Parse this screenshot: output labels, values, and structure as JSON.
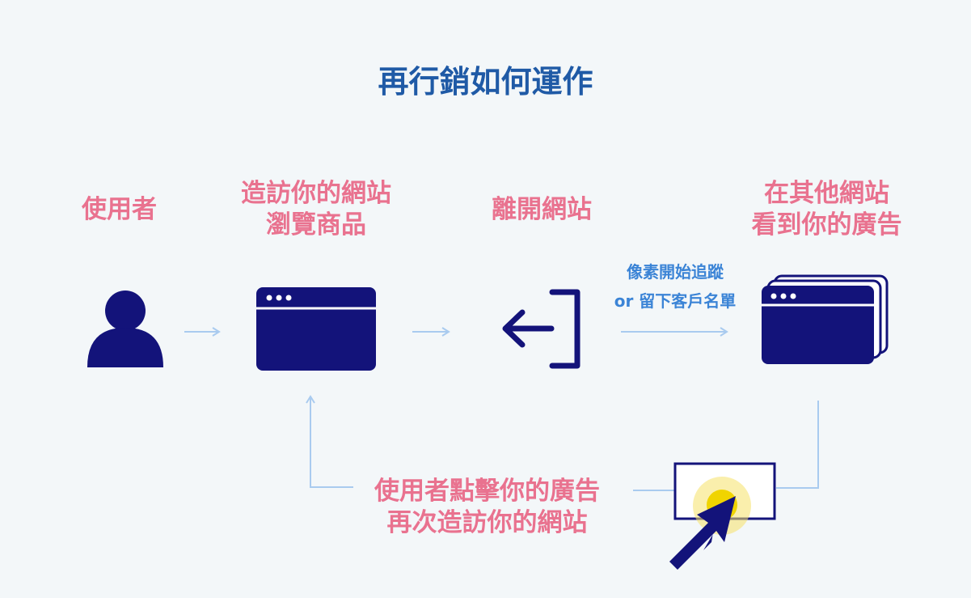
{
  "title": "再行銷如何運作",
  "steps": {
    "user": "使用者",
    "visit": [
      "造訪你的網站",
      "瀏覽商品"
    ],
    "leave": "離開網站",
    "other_sites": [
      "在其他網站",
      "看到你的廣告"
    ]
  },
  "tracking_note": [
    "像素開始追蹤",
    "or 留下客戶名單"
  ],
  "loop_label": [
    "使用者點擊你的廣告",
    "再次造訪你的網站"
  ],
  "colors": {
    "background": "#f3f7f9",
    "title": "#1f5aa6",
    "label": "#e9728f",
    "note": "#3b84d6",
    "icon": "#13137a",
    "arrow": "#a9cbef",
    "highlight": "#f5e267"
  },
  "icons": [
    "person-icon",
    "browser-window-icon",
    "logout-icon",
    "stacked-windows-icon",
    "ad-banner-icon",
    "cursor-icon"
  ]
}
